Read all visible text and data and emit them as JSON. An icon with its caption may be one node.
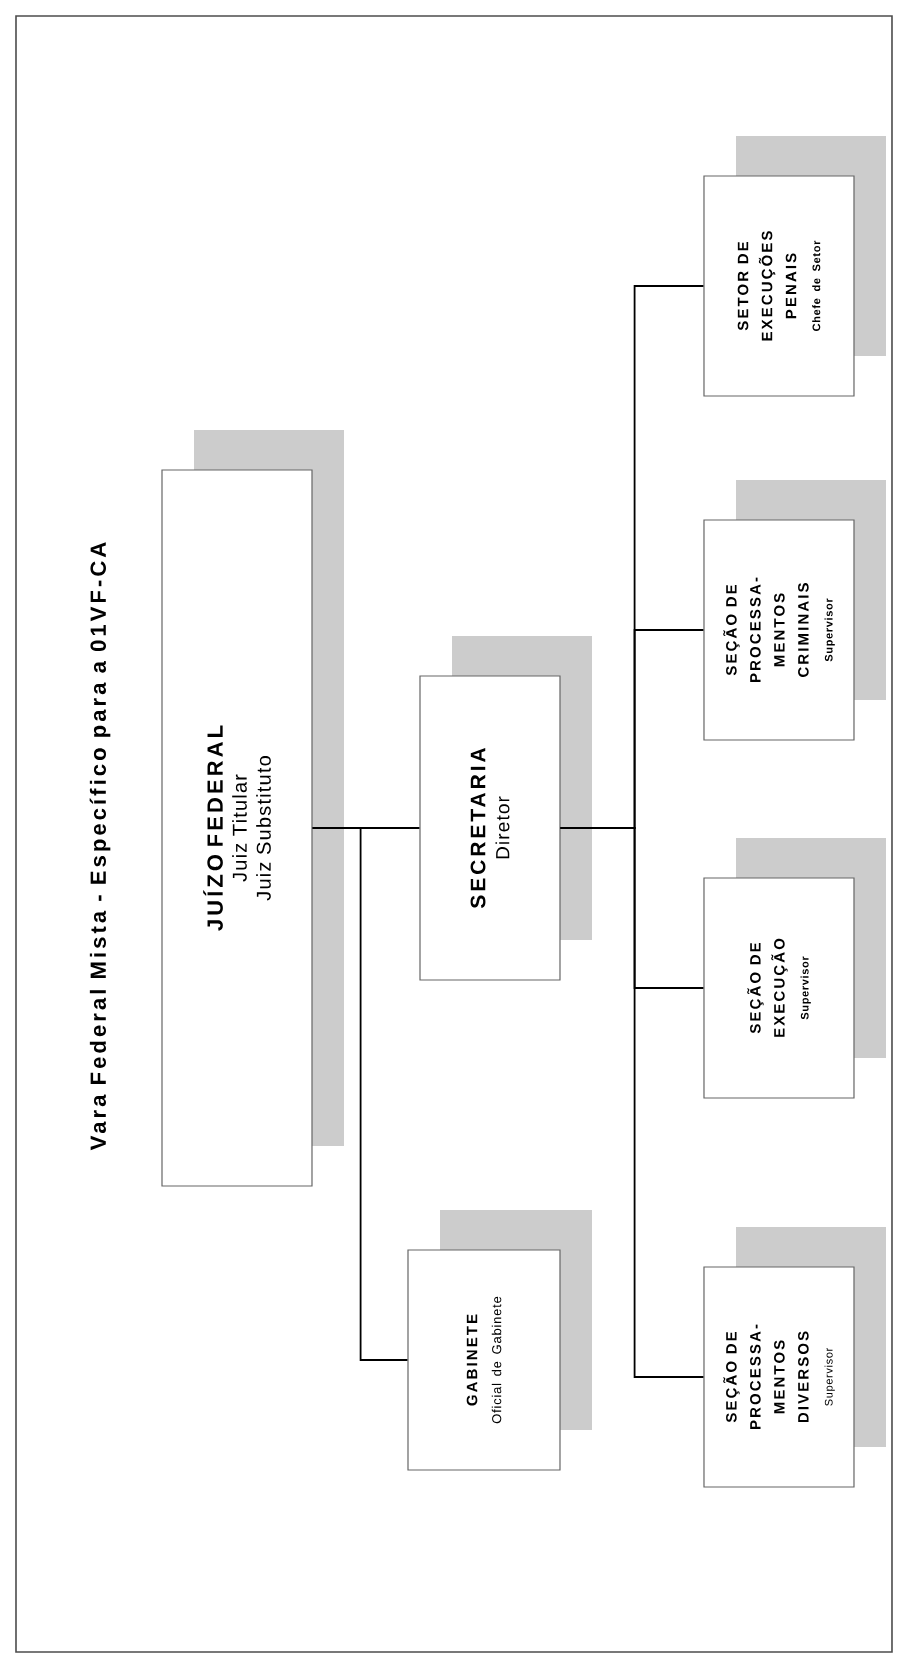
{
  "diagram": {
    "title": "Vara Federal Mista - Específico para a 01VF-CA",
    "nodes": [
      {
        "text": [
          "JUÍZO FEDERAL",
          "Juiz Titular",
          "Juiz Substituto"
        ]
      },
      {
        "text": [
          "SECRETARIA",
          "Diretor"
        ]
      },
      {
        "text": [
          "GABINETE",
          "Oficial de Gabinete"
        ]
      },
      {
        "text": [
          "SETOR DE EXECUÇÕES PENAIS",
          "Chefe de Setor"
        ]
      },
      {
        "text": [
          "SEÇÃO DE PROCESSA-MENTOS CRIMINAIS",
          "Supervisor"
        ]
      },
      {
        "text": [
          "SEÇÃO DE EXECUÇÃO",
          "Supervisor"
        ]
      },
      {
        "text": [
          "SEÇÃO DE PROCESSA-MENTOS DIVERSOS",
          "Supervisor"
        ]
      }
    ],
    "edges": [
      {
        "from": 0,
        "to": 1,
        "arrow": "none"
      },
      {
        "from": 0,
        "to": 2,
        "arrow": "none"
      },
      {
        "from": 1,
        "to": 3,
        "arrow": "none"
      },
      {
        "from": 1,
        "to": 4,
        "arrow": "none"
      },
      {
        "from": 1,
        "to": 5,
        "arrow": "none"
      },
      {
        "from": 1,
        "to": 6,
        "arrow": "none"
      }
    ]
  }
}
